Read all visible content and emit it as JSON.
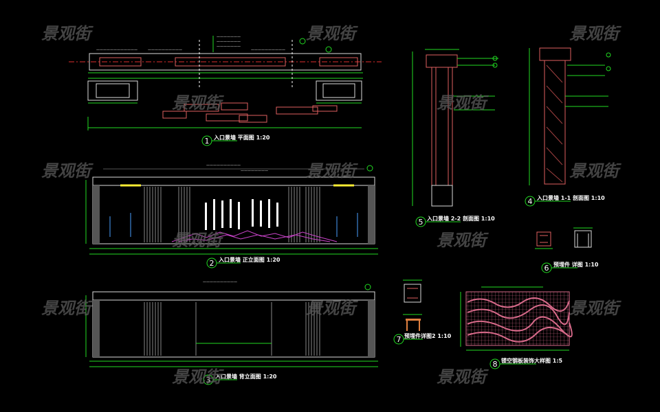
{
  "watermark": "景观街",
  "views": [
    {
      "number": "1",
      "title": "入口景墙 平面图 1:20"
    },
    {
      "number": "2",
      "title": "入口景墙 正立面图 1:20"
    },
    {
      "number": "3",
      "title": "入口景墙 背立面图 1:20"
    },
    {
      "number": "4",
      "title": "入口景墙 1-1 剖面图 1:10"
    },
    {
      "number": "5",
      "title": "入口景墙 2-2 剖面图 1:10"
    },
    {
      "number": "6",
      "title": "预埋件 详图 1:10"
    },
    {
      "number": "7",
      "title": "预埋件详图2 1:10"
    },
    {
      "number": "8",
      "title": "镂空钢板装饰大样图 1:5"
    }
  ],
  "colors": {
    "background": "#000000",
    "dimension": "#22dd22",
    "outline": "#e06060",
    "watermark": "#5a5a5a",
    "pattern": "#d86a8a",
    "mountain": "#cc44cc"
  }
}
